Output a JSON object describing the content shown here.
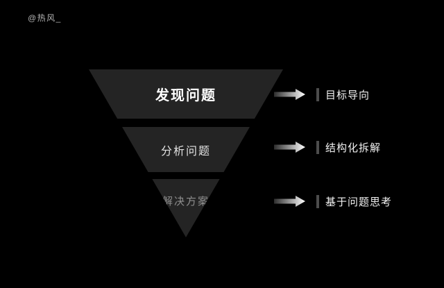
{
  "watermark": "@热风_",
  "colors": {
    "background": "#000000",
    "funnel_fill": "#242424",
    "level1_text": "#ffffff",
    "level2_text": "#e3e3e3",
    "level3_text": "#8f8f8f",
    "annotation_text": "#f2f2f2",
    "annotation_bar": "#4d4d4d",
    "arrow_gradient_start": "#2e2e2e",
    "arrow_gradient_end": "#ffffff"
  },
  "funnel": {
    "type": "inverted-funnel",
    "levels": [
      {
        "label": "发现问题",
        "annotation": "目标导向"
      },
      {
        "label": "分析问题",
        "annotation": "结构化拆解"
      },
      {
        "label": "解决方案",
        "annotation": "基于问题思考"
      }
    ]
  }
}
